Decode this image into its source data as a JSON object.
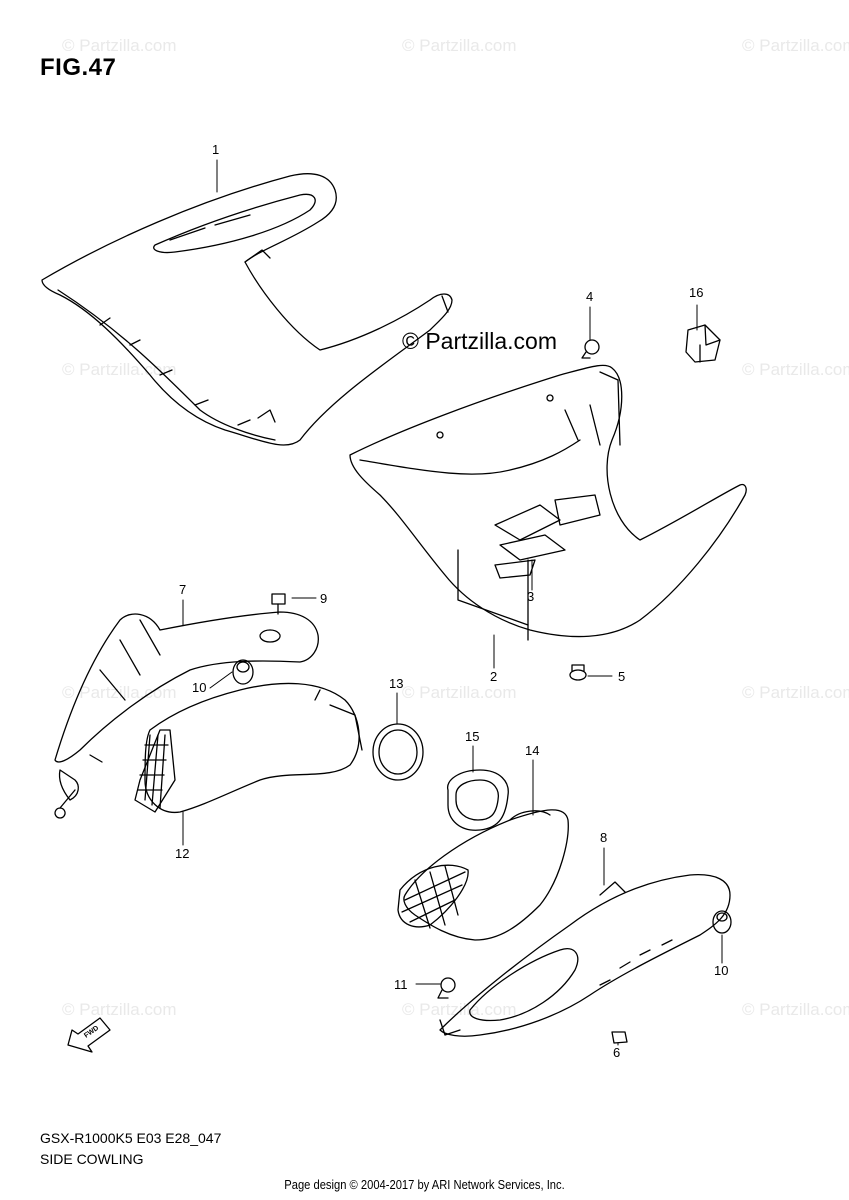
{
  "figure": {
    "title": "FIG.47",
    "model_code": "GSX-R1000K5 E03 E28_047",
    "caption": "SIDE COWLING",
    "footer": "Page design © 2004-2017 by ARI Network Services, Inc.",
    "watermark": "© Partzilla.com",
    "fwd_label": "FWD"
  },
  "callouts": [
    {
      "id": "1",
      "label": "1"
    },
    {
      "id": "2",
      "label": "2"
    },
    {
      "id": "3",
      "label": "3"
    },
    {
      "id": "4",
      "label": "4"
    },
    {
      "id": "5",
      "label": "5"
    },
    {
      "id": "6",
      "label": "6"
    },
    {
      "id": "7",
      "label": "7"
    },
    {
      "id": "8",
      "label": "8"
    },
    {
      "id": "9",
      "label": "9"
    },
    {
      "id": "10a",
      "label": "10"
    },
    {
      "id": "10b",
      "label": "10"
    },
    {
      "id": "11",
      "label": "11"
    },
    {
      "id": "12",
      "label": "12"
    },
    {
      "id": "13",
      "label": "13"
    },
    {
      "id": "14",
      "label": "14"
    },
    {
      "id": "15",
      "label": "15"
    },
    {
      "id": "16",
      "label": "16"
    }
  ]
}
